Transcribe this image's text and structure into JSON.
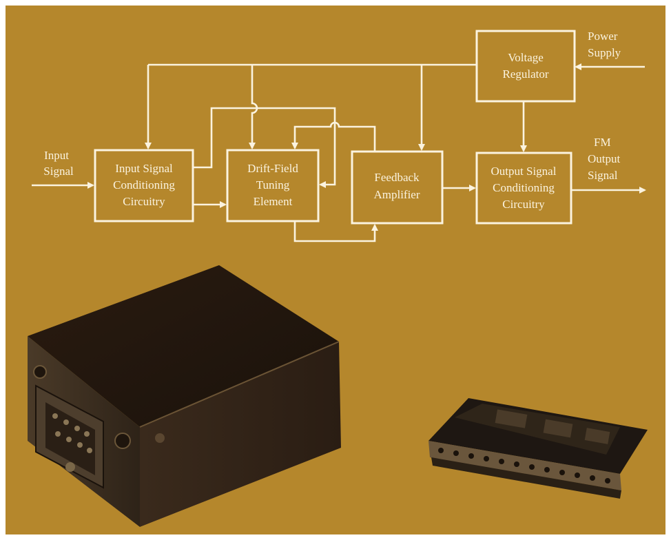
{
  "diagram": {
    "blocks": {
      "voltage_regulator": [
        "Voltage",
        "Regulator"
      ],
      "input_conditioning": [
        "Input Signal",
        "Conditioning",
        "Circuitry"
      ],
      "tuning_element": [
        "Drift-Field",
        "Tuning",
        "Element"
      ],
      "feedback_amplifier": [
        "Feedback",
        "Amplifier"
      ],
      "output_conditioning": [
        "Output Signal",
        "Conditioning",
        "Circuitry"
      ]
    },
    "terminals": {
      "power_supply": [
        "Power",
        "Supply"
      ],
      "input_signal": [
        "Input",
        "Signal"
      ],
      "fm_output": [
        "FM",
        "Output",
        "Signal"
      ]
    }
  },
  "colors": {
    "background": "#b5872c",
    "lines": "#fbf3df",
    "border": "#ffffff"
  },
  "photo": {
    "items": [
      "module-housing-with-connector",
      "circuit-board-assembly"
    ]
  }
}
